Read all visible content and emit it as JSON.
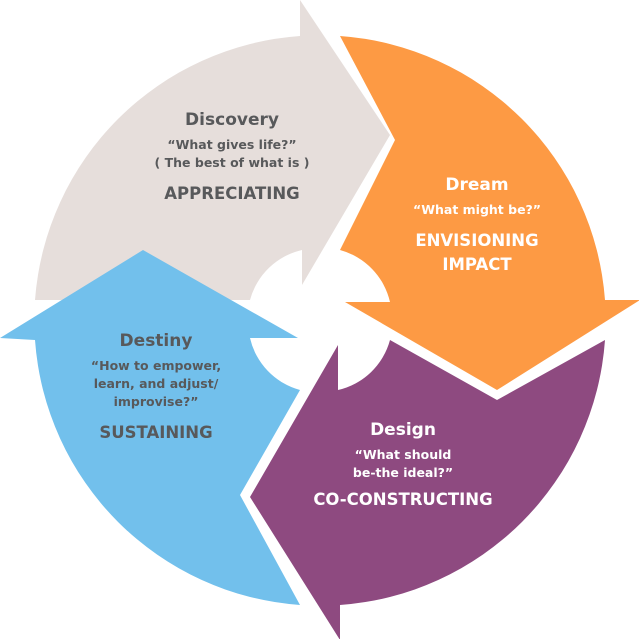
{
  "colors": {
    "discovery": "#e6dedb",
    "dream": "#fd9a44",
    "design": "#8e4a80",
    "destiny": "#72c0ec",
    "dark_text": "#58595b"
  },
  "stages": {
    "discovery": {
      "title": "Discovery",
      "question": [
        "“What gives life?”",
        "( The best of what is )"
      ],
      "verb": "APPRECIATING"
    },
    "dream": {
      "title": "Dream",
      "question": [
        "“What might be?”"
      ],
      "verb": [
        "ENVISIONING",
        "IMPACT"
      ]
    },
    "design": {
      "title": "Design",
      "question": [
        "“What should",
        "be-the ideal?”"
      ],
      "verb": "CO-CONSTRUCTING"
    },
    "destiny": {
      "title": "Destiny",
      "question": [
        "“How to empower,",
        "learn, and adjust/",
        "improvise?”"
      ],
      "verb": "SUSTAINING"
    }
  }
}
